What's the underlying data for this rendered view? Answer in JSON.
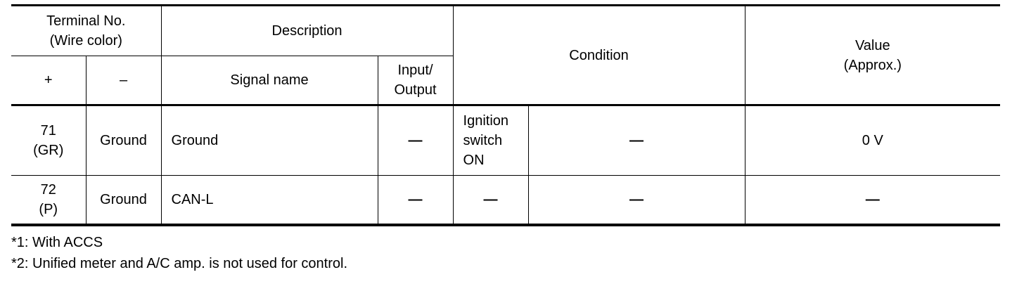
{
  "header": {
    "terminal_no": "Terminal No.",
    "wire_color": "(Wire color)",
    "description": "Description",
    "condition": "Condition",
    "value": "Value",
    "value_approx": "(Approx.)",
    "plus": "+",
    "minus": "–",
    "signal_name": "Signal name",
    "input": "Input/",
    "output": "Output"
  },
  "rows": [
    {
      "terminal": "71",
      "wire": "(GR)",
      "minus": "Ground",
      "signal": "Ground",
      "io": "—",
      "cond1_l1": "Ignition",
      "cond1_l2": "switch",
      "cond1_l3": "ON",
      "cond2": "—",
      "value": "0 V"
    },
    {
      "terminal": "72",
      "wire": "(P)",
      "minus": "Ground",
      "signal": "CAN-L",
      "io": "—",
      "cond1": "—",
      "cond2": "—",
      "value": "—"
    }
  ],
  "notes": [
    "*1: With ACCS",
    "*2: Unified meter and A/C amp. is not used for control."
  ]
}
